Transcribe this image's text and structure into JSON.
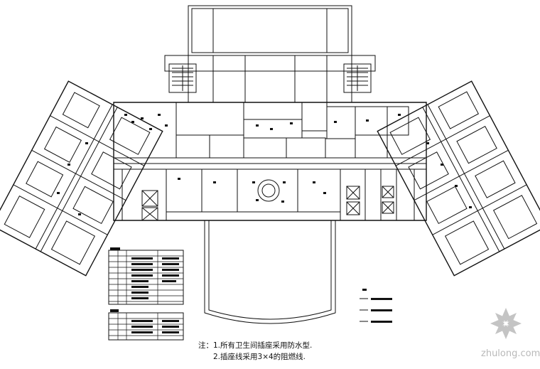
{
  "notes": {
    "line1": "注：1.所有卫生间插座采用防水型.",
    "line2": "2.插座线采用3×4的阻燃线."
  },
  "watermark": {
    "text": "zhulong.com",
    "icon": "zhulong-logo-icon",
    "color": "#b9b9b9"
  },
  "colors": {
    "ink": "#111111",
    "hatch": "#333333"
  }
}
